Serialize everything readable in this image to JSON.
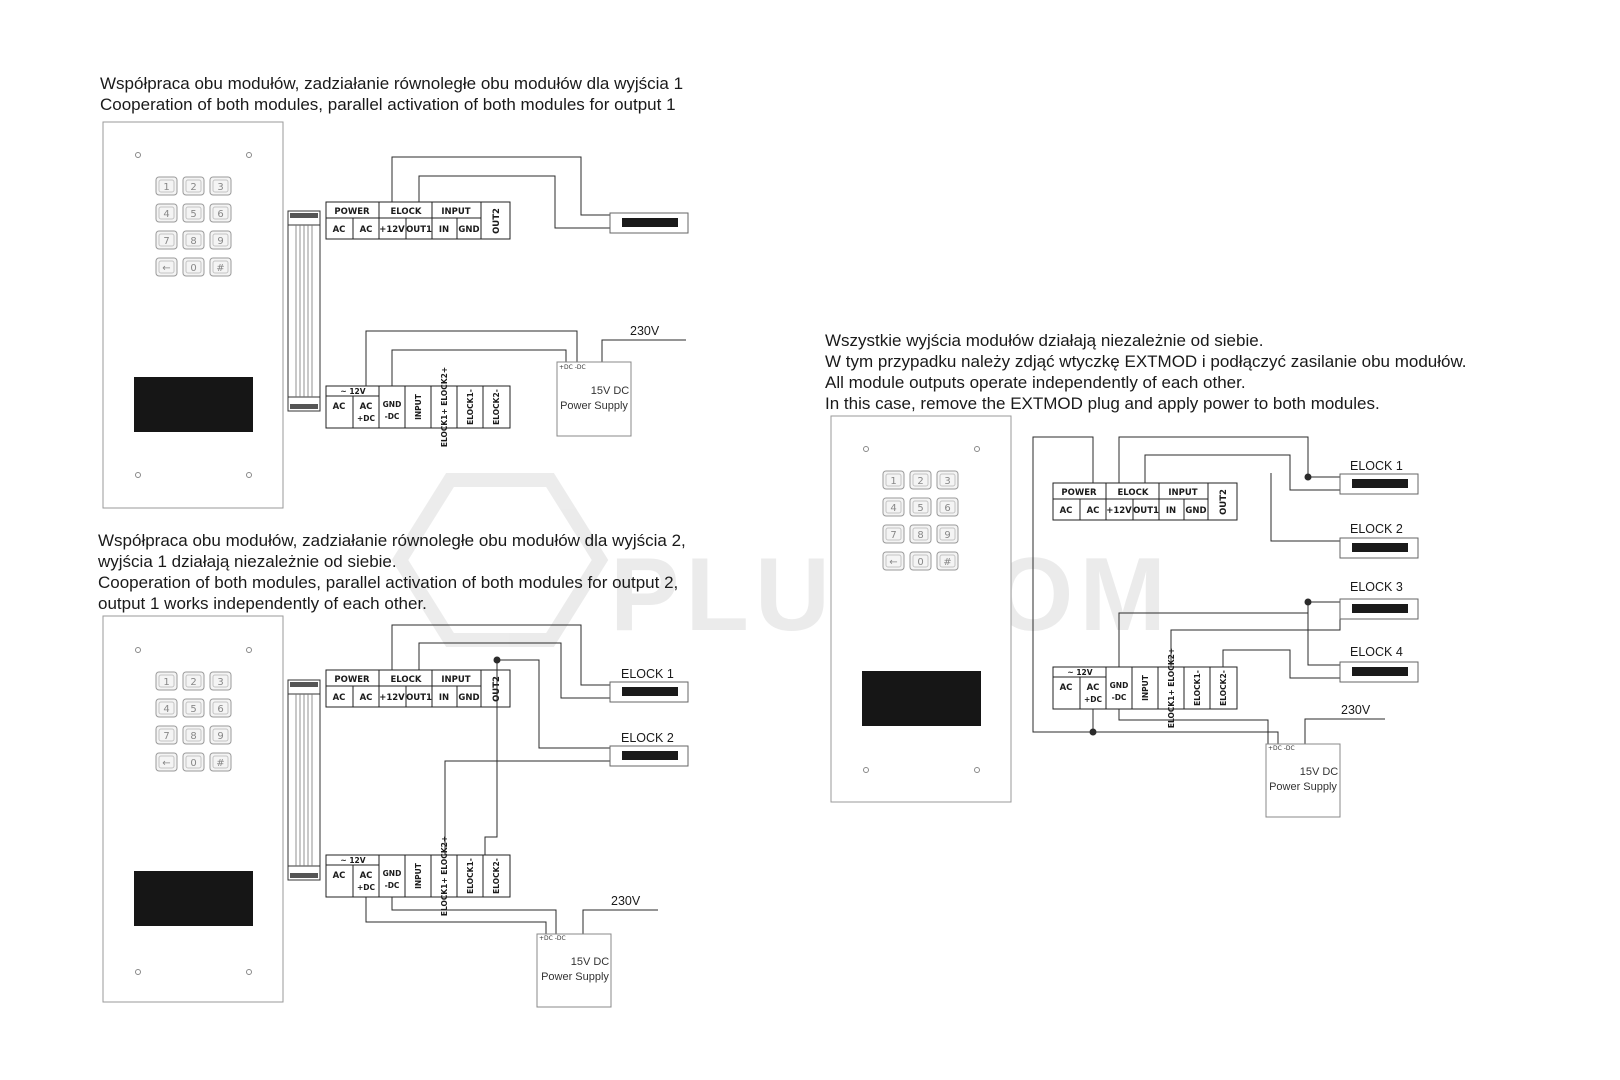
{
  "diagrams": [
    {
      "caption_pl": "Współpraca obu modułów, zadziałanie równoległe obu modułów dla wyjścia 1",
      "caption_en": "Cooperation of both modules, parallel activation of both modules for output 1",
      "lock_labels": [],
      "voltage": "230V",
      "psu_line1": "15V DC",
      "psu_line2": "Power Supply"
    },
    {
      "caption_pl": "Współpraca obu modułów, zadziałanie równoległe obu modułów dla wyjścia 2, wyjścia 1 działają niezależnie od siebie.",
      "caption_en": "Cooperation of both modules, parallel activation of both modules for output 2, output 1 works independently of each other.",
      "lock_labels": [
        "ELOCK 1",
        "ELOCK 2"
      ],
      "voltage": "230V",
      "psu_line1": "15V DC",
      "psu_line2": "Power Supply"
    },
    {
      "caption_pl": "Wszystkie wyjścia modułów działają niezależnie od siebie. W tym przypadku należy zdjąć wtyczkę EXTMOD i podłączyć zasilanie obu modułów.",
      "caption_en": "All module outputs operate independently of each other. In this case, remove the EXTMOD plug and apply power to both modules.",
      "lock_labels": [
        "ELOCK 1",
        "ELOCK 2",
        "ELOCK 3",
        "ELOCK 4"
      ],
      "voltage": "230V",
      "psu_line1": "15V DC",
      "psu_line2": "Power Supply"
    }
  ],
  "terminals_top": {
    "groups": [
      "POWER",
      "ELOCK",
      "INPUT",
      "OUT2"
    ],
    "cells": [
      "AC",
      "AC",
      "+12V",
      "OUT1",
      "IN",
      "GND"
    ]
  },
  "terminals_bottom": {
    "ac_header": "~ 12V",
    "ac_left": "AC",
    "ac_right": "AC",
    "ac_right_sub": "+DC",
    "gnd": "GND",
    "gnd_sub": "-DC",
    "cells_vertical": [
      "INPUT",
      "ELOCK1+ ELOCK2+",
      "ELOCK1-",
      "ELOCK2-"
    ]
  },
  "psu_terminals": "+DC -DC",
  "keypad_keys": [
    "1",
    "2",
    "3",
    "4",
    "5",
    "6",
    "7",
    "8",
    "9",
    "←",
    "0",
    "#"
  ],
  "watermark": "PLUSCOM",
  "colors": {
    "wire": "#2b2b2b",
    "panel": "#9a9a9a",
    "display": "#161616",
    "watermark": "#dcdcdc"
  }
}
